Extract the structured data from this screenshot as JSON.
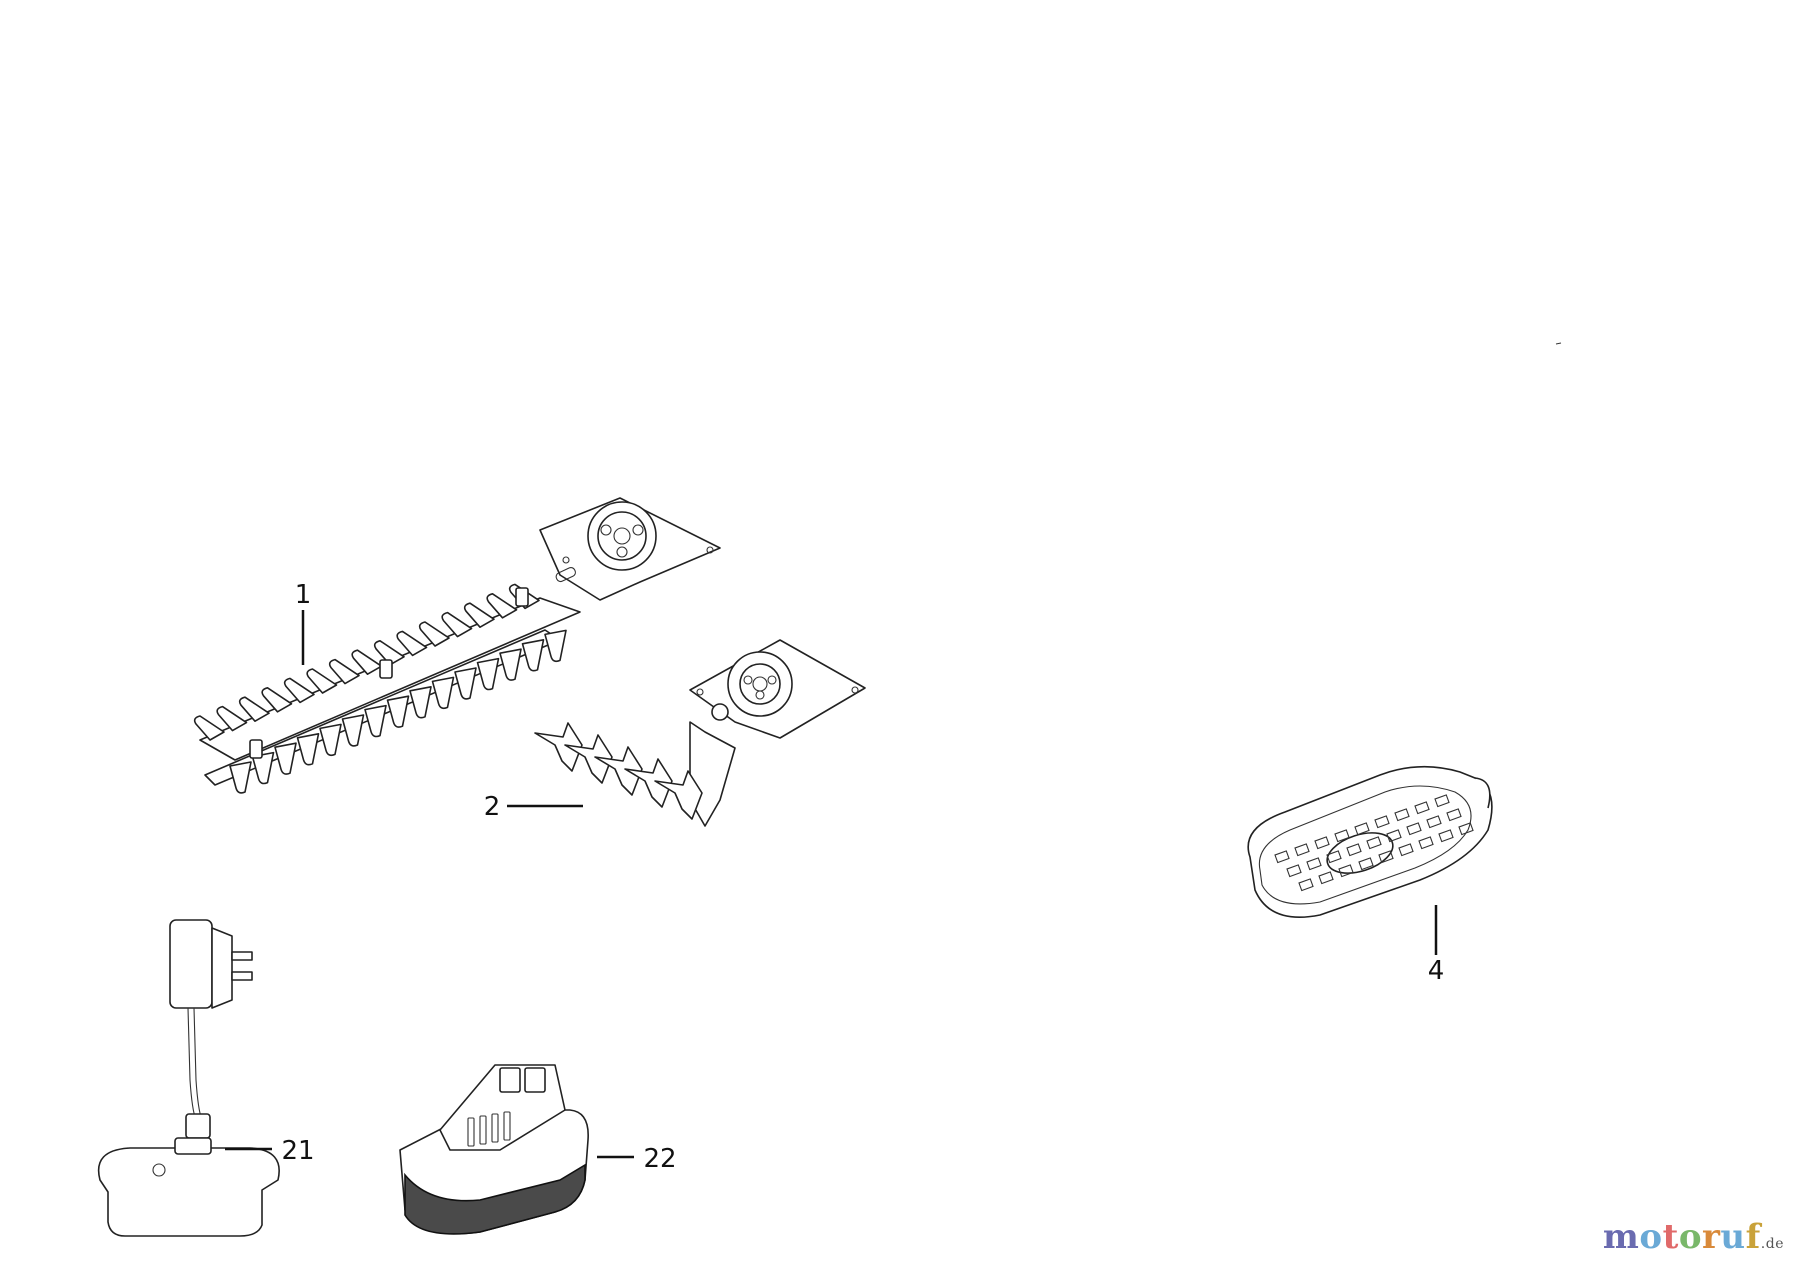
{
  "callouts": {
    "c1": "1",
    "c2": "2",
    "c4": "4",
    "c21": "21",
    "c22": "22"
  },
  "watermark": {
    "letters": [
      "m",
      "o",
      "t",
      "o",
      "r",
      "u",
      "f"
    ],
    "colors": [
      "#6a6bb0",
      "#6aa9d6",
      "#e06a6a",
      "#7ab86a",
      "#d98a3a",
      "#6aa9d6",
      "#c9a23a"
    ],
    "tld": ".de"
  }
}
